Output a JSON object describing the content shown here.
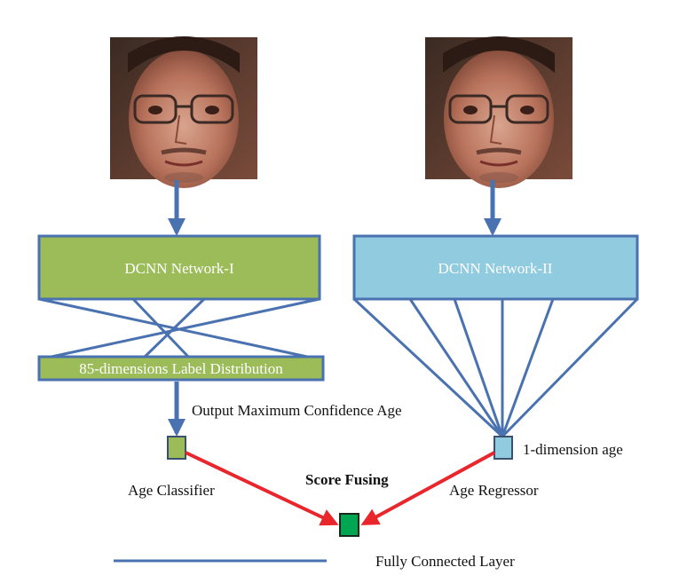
{
  "colors": {
    "connection_blue": "#4a72b0",
    "network1_fill": "#9cbb59",
    "network2_fill": "#91cbe0",
    "fusion_fill": "#00a651",
    "arrow_red": "#e8262b",
    "network_text": "#ffffff",
    "label_text": "#111111"
  },
  "inputs": {
    "left_face_image": "face-photo-icon",
    "right_face_image": "face-photo-icon"
  },
  "network1": {
    "label": "DCNN Network-I"
  },
  "network2": {
    "label": "DCNN Network-II"
  },
  "distribution": {
    "label": "85-dimensions Label Distribution"
  },
  "annotations": {
    "output_max": "Output Maximum Confidence Age",
    "one_dim_age": "1-dimension age",
    "age_classifier": "Age Classifier",
    "age_regressor": "Age Regressor",
    "score_fusing": "Score Fusing"
  },
  "legend": {
    "label": "Fully Connected Layer"
  }
}
